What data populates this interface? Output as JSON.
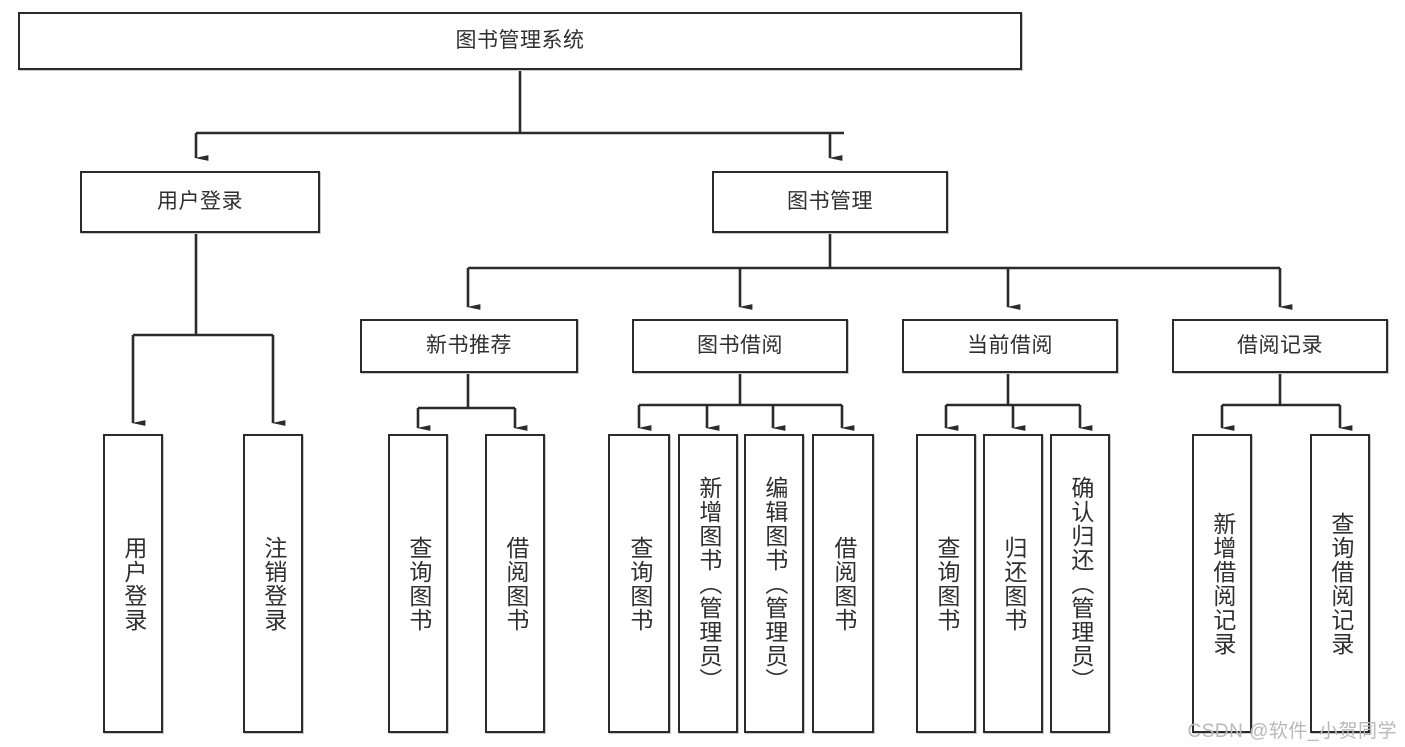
{
  "diagram": {
    "type": "tree",
    "title": "图书管理系统",
    "orientation": "top-down",
    "colors": {
      "background": "#fefefe",
      "box_fill": "#ffffff",
      "box_border": "#2b2b2b",
      "connector": "#2b2b2b",
      "text": "#2f2f2f",
      "watermark": "#b9b9b9"
    },
    "levels": {
      "root": "图书管理系统",
      "level2": [
        "用户登录",
        "图书管理"
      ],
      "level3": [
        "新书推荐",
        "图书借阅",
        "当前借阅",
        "借阅记录"
      ]
    }
  },
  "nodes": {
    "root": {
      "label": "图书管理系统"
    },
    "user_login": {
      "label": "用户登录"
    },
    "book_mgmt": {
      "label": "图书管理"
    },
    "new_book_rec": {
      "label": "新书推荐"
    },
    "book_borrow": {
      "label": "图书借阅"
    },
    "current_borrow": {
      "label": "当前借阅"
    },
    "borrow_record": {
      "label": "借阅记录"
    },
    "leaf_user_login": {
      "label": "用户登录"
    },
    "leaf_logout": {
      "label": "注销登录"
    },
    "leaf_query_book_1": {
      "label": "查询图书"
    },
    "leaf_borrow_book_1": {
      "label": "借阅图书"
    },
    "leaf_query_book_2": {
      "label": "查询图书"
    },
    "leaf_add_book_admin": {
      "label": "新增图书（管理员）"
    },
    "leaf_edit_book_admin": {
      "label": "编辑图书（管理员）"
    },
    "leaf_borrow_book_2": {
      "label": "借阅图书"
    },
    "leaf_query_book_3": {
      "label": "查询图书"
    },
    "leaf_return_book": {
      "label": "归还图书"
    },
    "leaf_confirm_return_admin": {
      "label": "确认归还（管理员）"
    },
    "leaf_add_borrow_record": {
      "label": "新增借阅记录"
    },
    "leaf_query_borrow_record": {
      "label": "查询借阅记录"
    }
  },
  "edges": [
    {
      "from": "图书管理系统",
      "to": "用户登录"
    },
    {
      "from": "图书管理系统",
      "to": "图书管理"
    },
    {
      "from": "用户登录",
      "to": "用户登录"
    },
    {
      "from": "用户登录",
      "to": "注销登录"
    },
    {
      "from": "图书管理",
      "to": "新书推荐"
    },
    {
      "from": "图书管理",
      "to": "图书借阅"
    },
    {
      "from": "图书管理",
      "to": "当前借阅"
    },
    {
      "from": "图书管理",
      "to": "借阅记录"
    },
    {
      "from": "新书推荐",
      "to": "查询图书"
    },
    {
      "from": "新书推荐",
      "to": "借阅图书"
    },
    {
      "from": "图书借阅",
      "to": "查询图书"
    },
    {
      "from": "图书借阅",
      "to": "新增图书（管理员）"
    },
    {
      "from": "图书借阅",
      "to": "编辑图书（管理员）"
    },
    {
      "from": "图书借阅",
      "to": "借阅图书"
    },
    {
      "from": "当前借阅",
      "to": "查询图书"
    },
    {
      "from": "当前借阅",
      "to": "归还图书"
    },
    {
      "from": "当前借阅",
      "to": "确认归还（管理员）"
    },
    {
      "from": "借阅记录",
      "to": "新增借阅记录"
    },
    {
      "from": "借阅记录",
      "to": "查询借阅记录"
    }
  ],
  "watermark": {
    "text": "CSDN @软件_小贺同学"
  }
}
